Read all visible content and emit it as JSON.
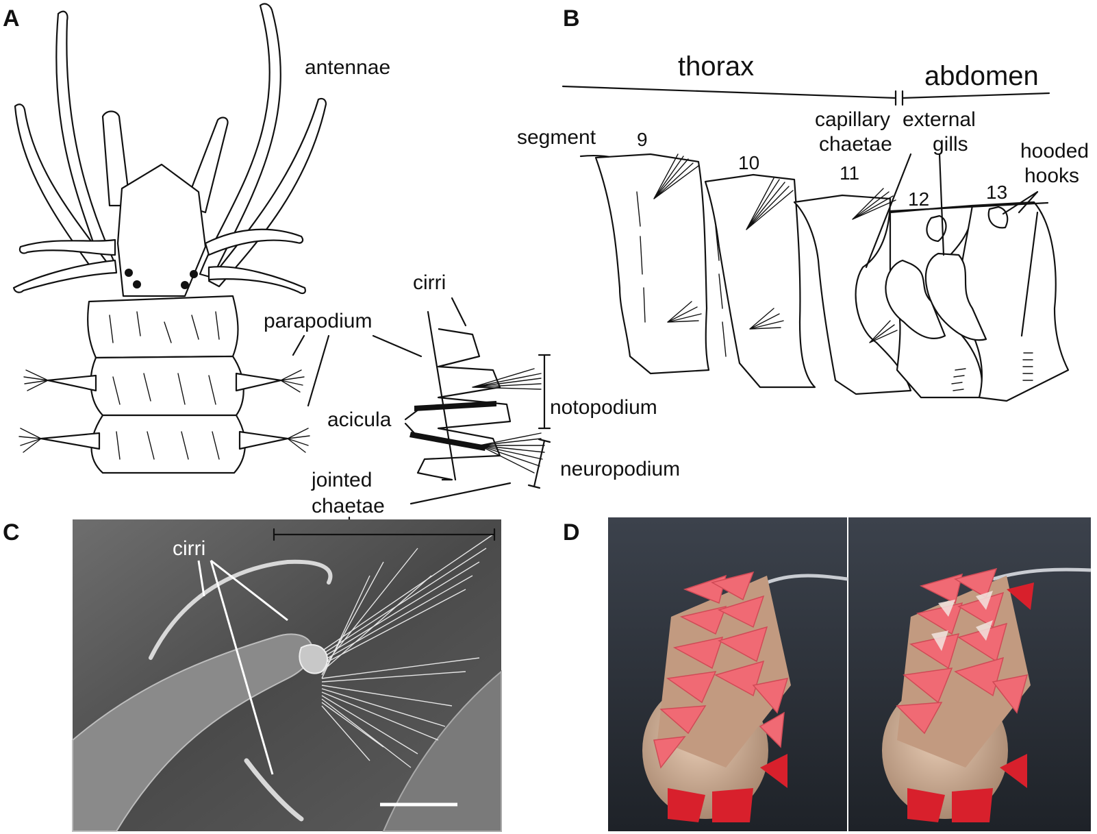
{
  "panels": {
    "A": {
      "letter": "A",
      "labels": {
        "antennae": "antennae",
        "parapodium": "parapodium",
        "cirri": "cirri",
        "notopodium": "notopodium",
        "acicula": "acicula",
        "neuropodium": "neuropodium",
        "jointed_line1": "jointed",
        "jointed_line2": "chaetae"
      }
    },
    "B": {
      "letter": "B",
      "labels": {
        "thorax": "thorax",
        "abdomen": "abdomen",
        "segment": "segment",
        "seg9": "9",
        "seg10": "10",
        "seg11": "11",
        "seg12": "12",
        "seg13": "13",
        "capillary_line1": "capillary",
        "capillary_line2": "chaetae",
        "external_line1": "external",
        "external_line2": "gills",
        "hooded_line1": "hooded",
        "hooded_line2": "hooks"
      }
    },
    "C": {
      "letter": "C",
      "labels": {
        "cirri": "cirri"
      }
    },
    "D": {
      "letter": "D"
    }
  },
  "colors": {
    "ink": "#111111",
    "sem_background": "#5a5a5a",
    "photo_background": "#2b3038",
    "robot_pink": "#f06a74",
    "robot_red": "#d8202c",
    "robot_body": "#c9a58c"
  }
}
